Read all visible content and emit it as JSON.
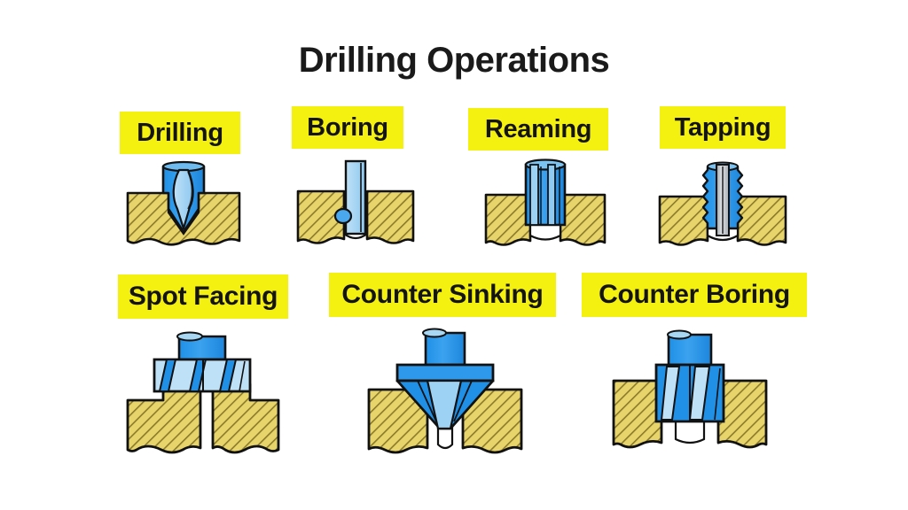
{
  "page": {
    "title": "Drilling Operations",
    "background_color": "#ffffff",
    "title_color": "#1a1a1a"
  },
  "palette": {
    "highlight_yellow": "#f4f111",
    "workpiece_fill": "#e7d46b",
    "workpiece_hatch": "#8a7a2a",
    "tool_blue": "#1f90e6",
    "tool_blue_light": "#a9d6f3",
    "tool_blue_mid": "#68b8ee",
    "tool_blue_dark": "#0f6fc0",
    "tool_gray": "#b9bcc0",
    "outline": "#111111",
    "hole_fill": "#ffffff"
  },
  "operations": [
    {
      "id": "drilling",
      "label": "Drilling",
      "row": 1,
      "tool": "twist-drill",
      "tool_icon": "twist-drill-icon",
      "workpiece": "solid-block",
      "hole": "blind-conical-hole",
      "description_visual": "Blue twist drill with helical flute and conical point cutting into a hatched gold block"
    },
    {
      "id": "boring",
      "label": "Boring",
      "row": 1,
      "tool": "boring-bar",
      "tool_icon": "boring-bar-icon",
      "workpiece": "split-block",
      "hole": "through-hole",
      "description_visual": "Thin vertical boring bar with a single cutting insert enlarging an existing through hole"
    },
    {
      "id": "reaming",
      "label": "Reaming",
      "row": 1,
      "tool": "reamer",
      "tool_icon": "reamer-icon",
      "workpiece": "split-block",
      "hole": "through-hole",
      "description_visual": "Straight fluted reamer finishing an existing hole"
    },
    {
      "id": "tapping",
      "label": "Tapping",
      "row": 1,
      "tool": "tap",
      "tool_icon": "tap-icon",
      "workpiece": "split-block",
      "hole": "threaded-hole",
      "description_visual": "Threaded tap cutting internal threads, zig-zag thread profile with gray core"
    },
    {
      "id": "spot-facing",
      "label": "Spot Facing",
      "row": 2,
      "tool": "spot-facer",
      "tool_icon": "spot-facer-icon",
      "workpiece": "stepped-block",
      "hole": "faced-boss",
      "description_visual": "Wide flat-bottom fluted cutter machining a flat seating face on a raised boss"
    },
    {
      "id": "counter-sinking",
      "label": "Counter Sinking",
      "row": 2,
      "tool": "countersink",
      "tool_icon": "countersink-icon",
      "workpiece": "split-block",
      "hole": "chamfered-hole",
      "description_visual": "Conical countersink tool with flange forming a tapered chamfer at the hole mouth"
    },
    {
      "id": "counter-boring",
      "label": "Counter Boring",
      "row": 2,
      "tool": "counterbore",
      "tool_icon": "counterbore-icon",
      "workpiece": "split-block",
      "hole": "stepped-hole",
      "description_visual": "Wide fluted counterbore on a pilot shank enlarging the top of a through hole"
    }
  ]
}
